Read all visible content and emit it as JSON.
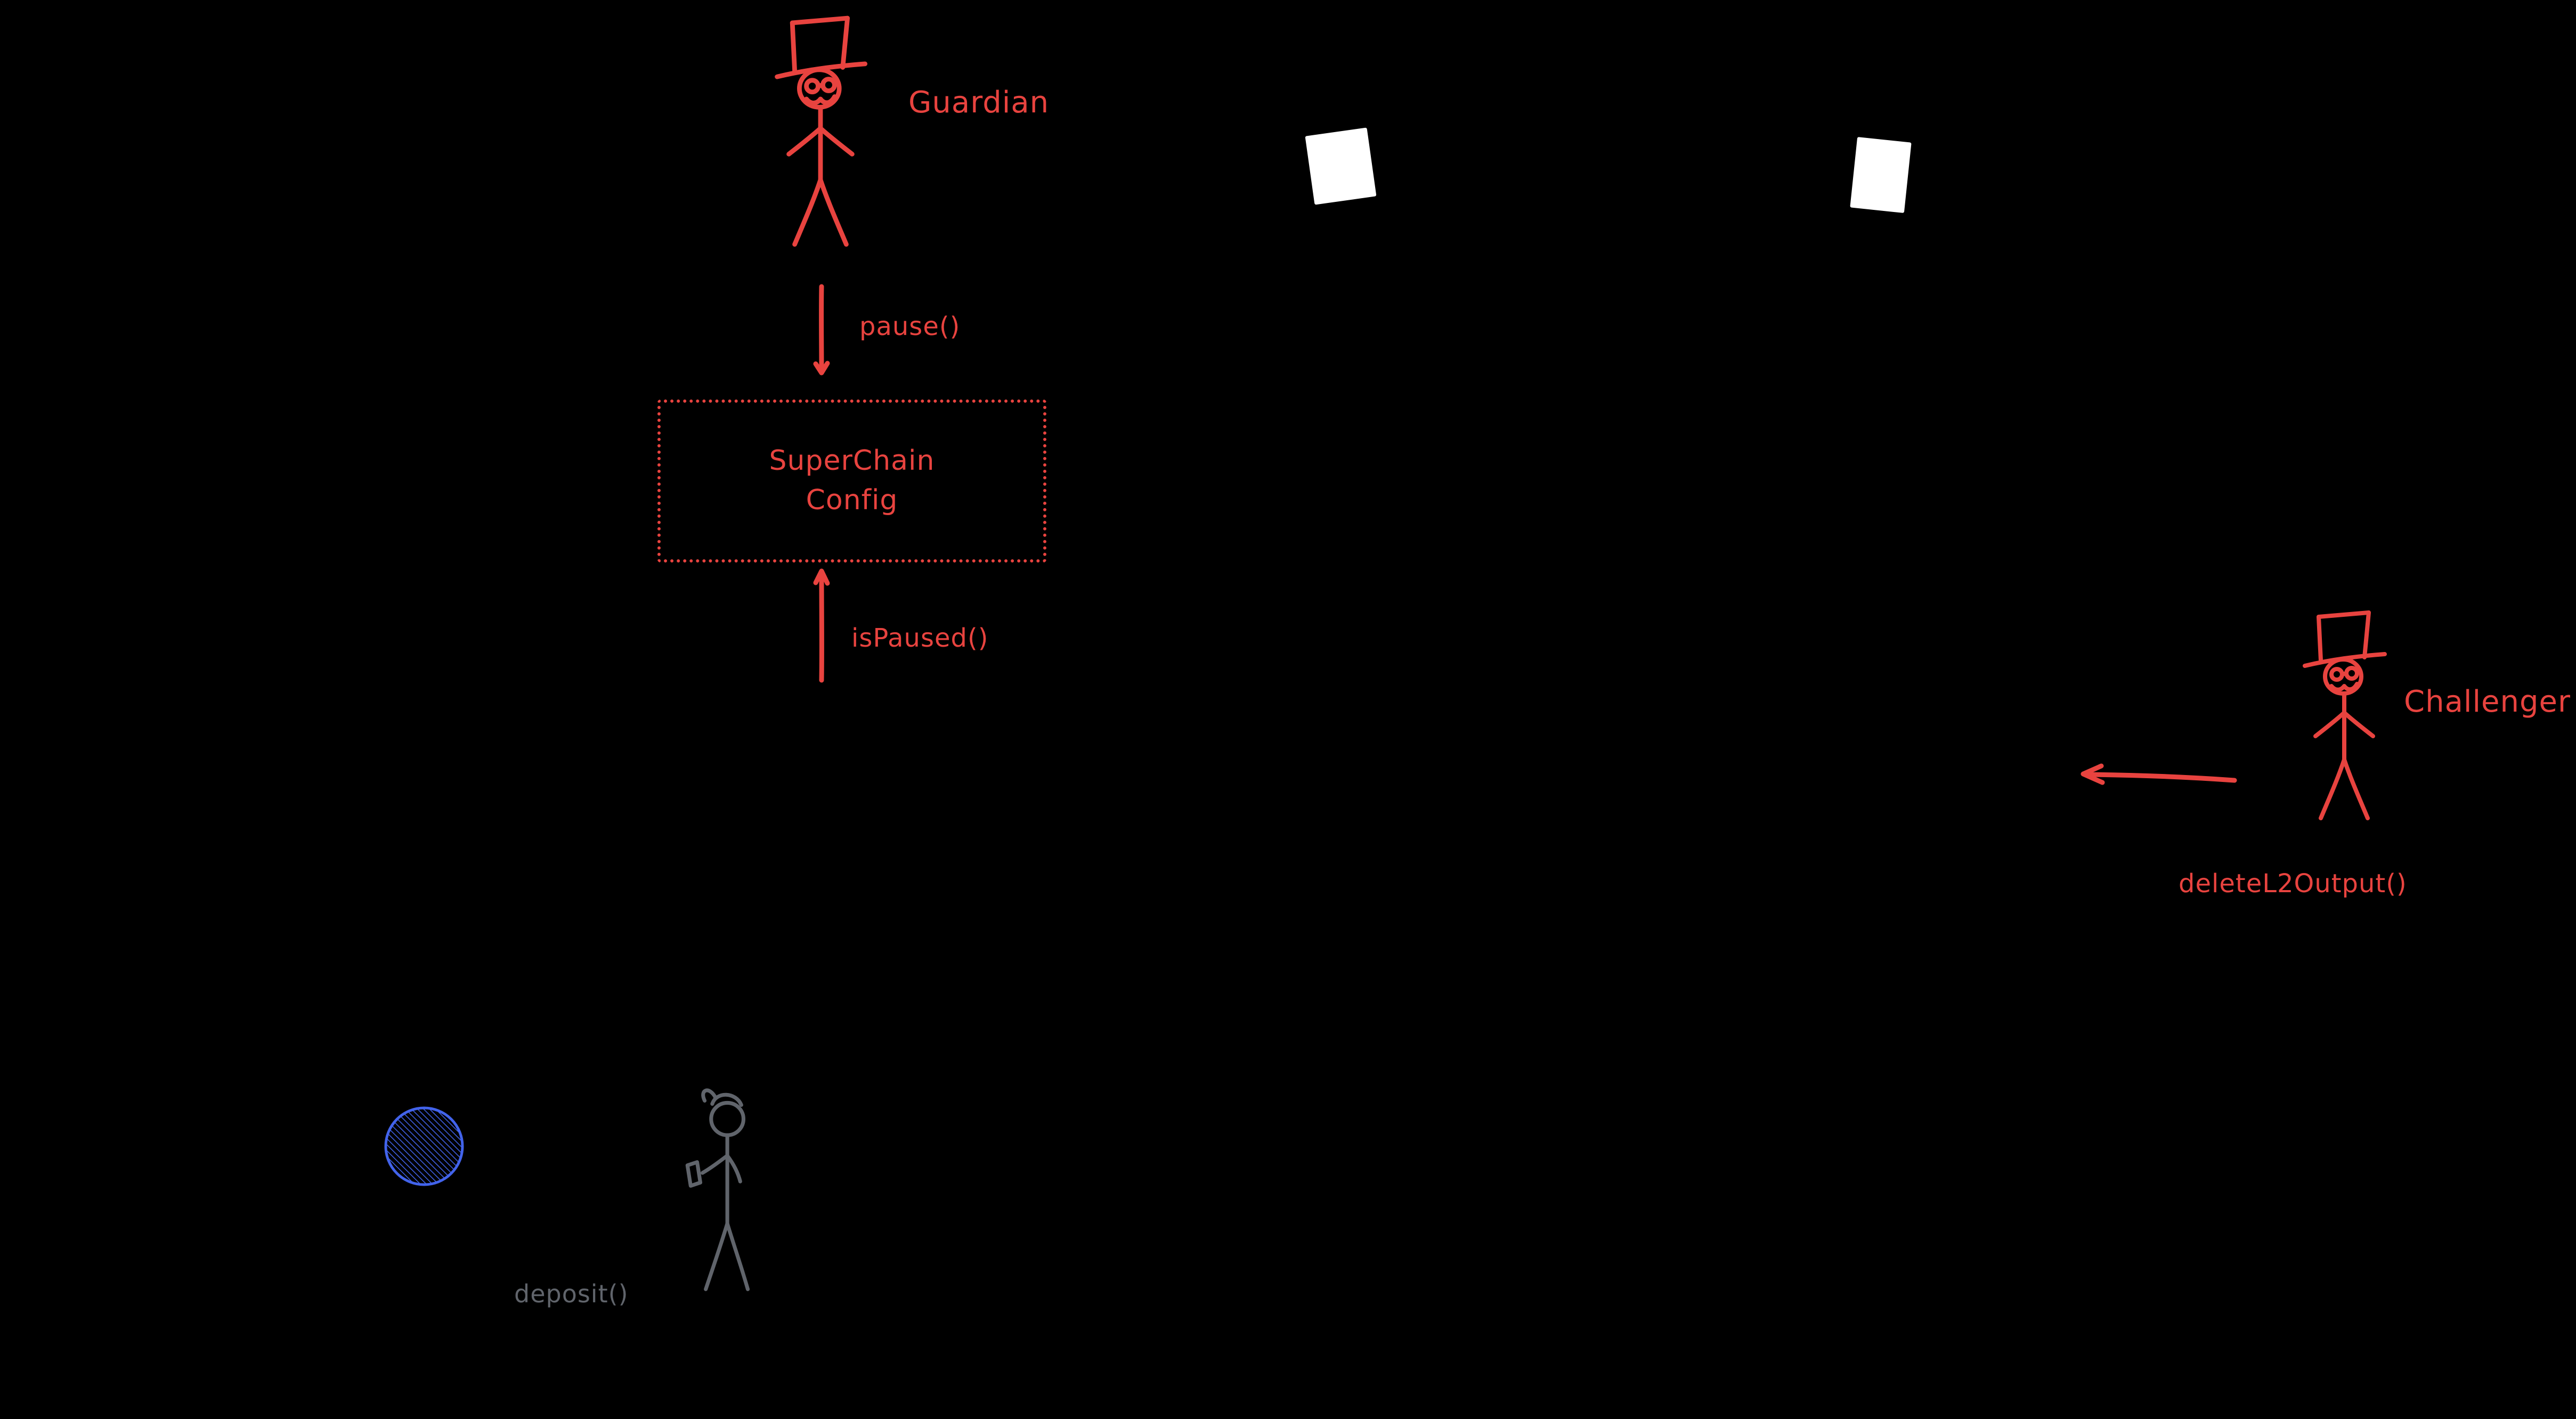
{
  "diagram": {
    "guardian": {
      "label": "Guardian",
      "call_label": "pause()"
    },
    "superchain_config": {
      "name_line1": "SuperChain",
      "name_line2": "Config",
      "query_label": "isPaused()"
    },
    "challenger": {
      "label": "Challenger",
      "call_label": "deleteL2Output()"
    },
    "depositor": {
      "call_label": "deposit()"
    },
    "icons": {
      "guardian_figure": "guardian-stick-figure-icon",
      "challenger_figure": "challenger-stick-figure-icon",
      "depositor_figure": "depositor-stick-figure-icon",
      "paper_left": "paper-icon",
      "paper_right": "paper-icon",
      "token": "hatched-token-icon",
      "pause_arrow": "arrow-down-icon",
      "is_paused_arrow": "arrow-up-icon",
      "delete_l2_output_arrow": "arrow-left-icon"
    }
  },
  "colors": {
    "background": "#000000",
    "red": "#e8433f",
    "blue": "#4263eb",
    "gray": "#60646b",
    "white": "#ffffff"
  }
}
